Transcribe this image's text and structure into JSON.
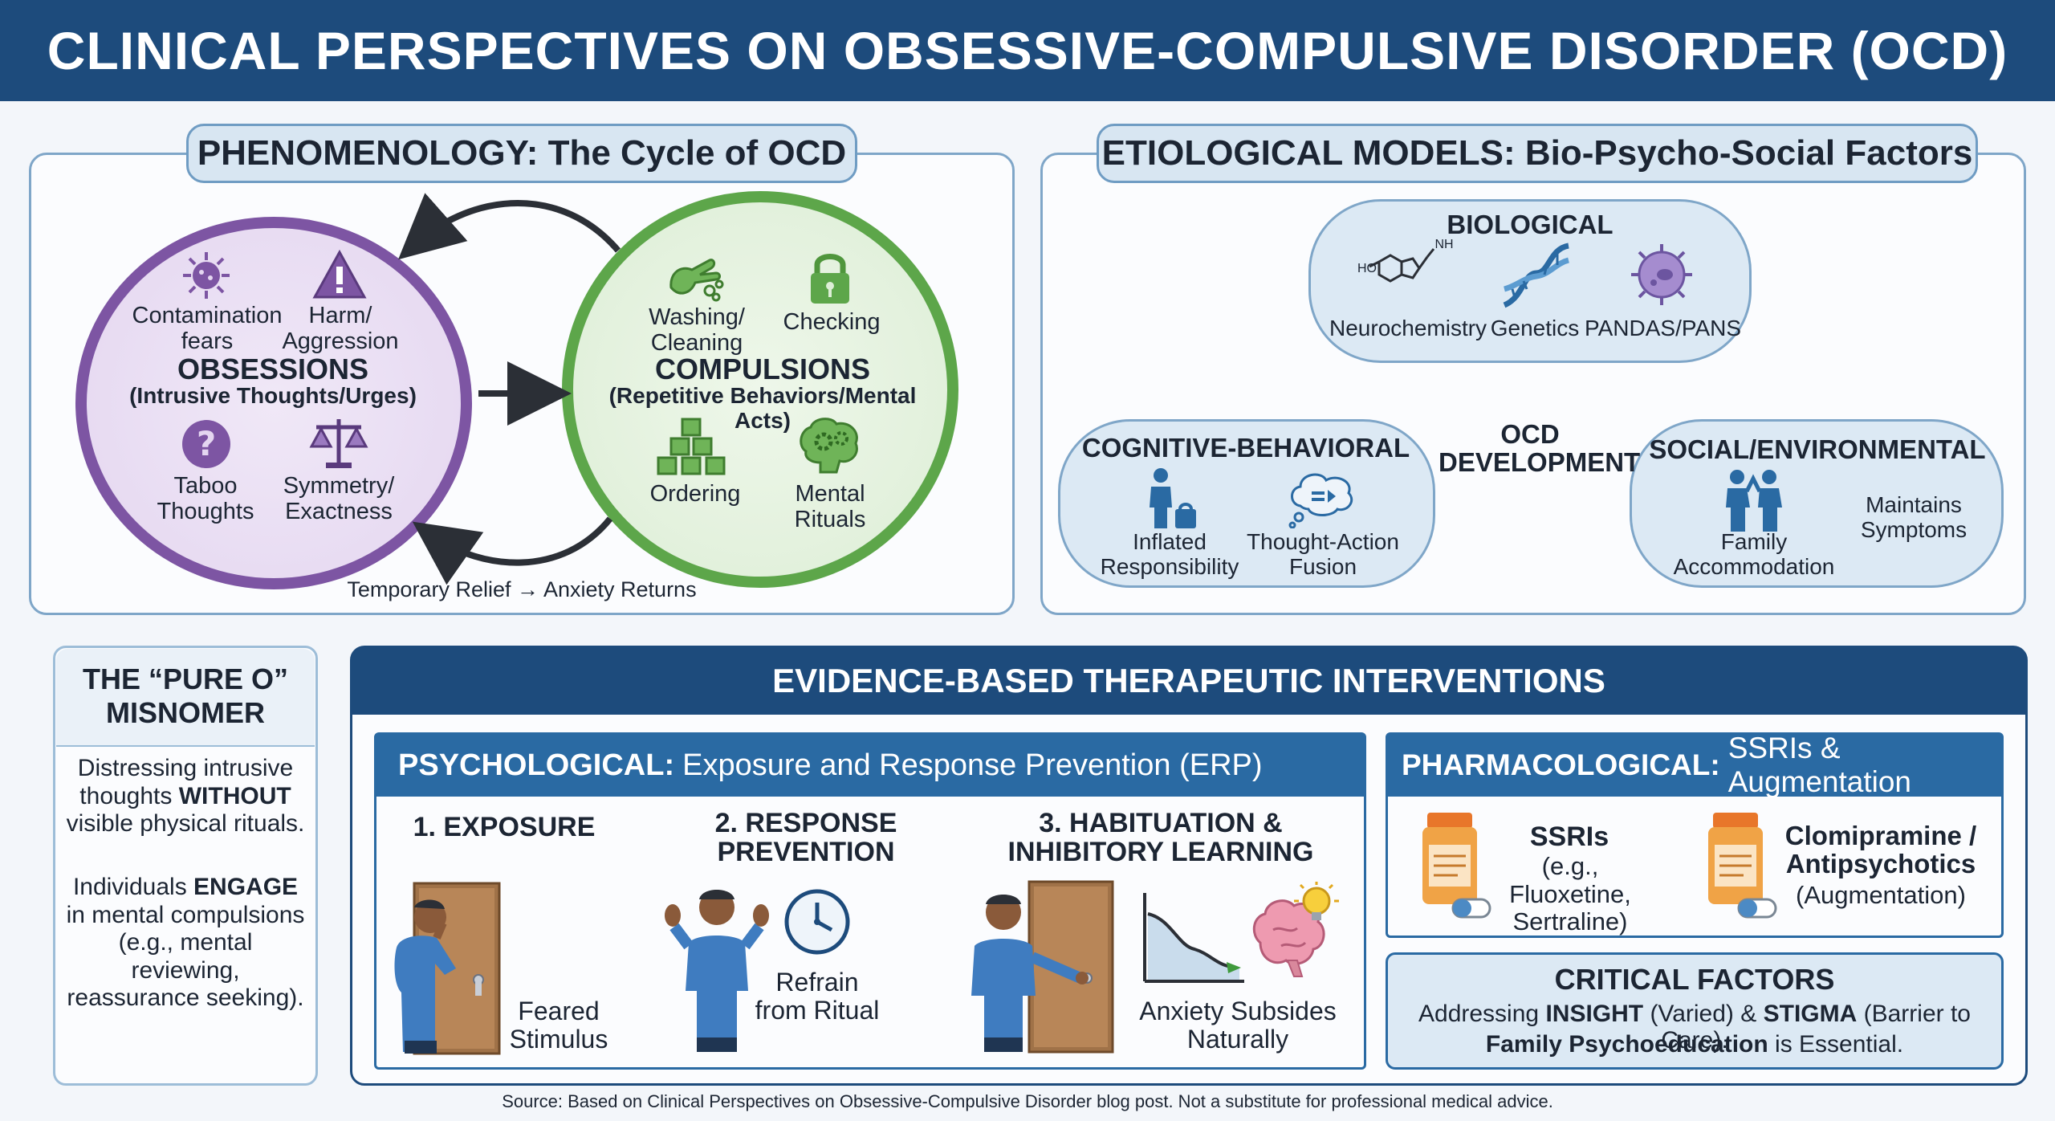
{
  "header": {
    "title": "CLINICAL PERSPECTIVES ON OBSESSIVE-COMPULSIVE DISORDER (OCD)"
  },
  "phenomenology": {
    "title": "PHENOMENOLOGY: The Cycle of OCD",
    "obsessions": {
      "title": "OBSESSIONS",
      "subtitle": "(Intrusive Thoughts/Urges)",
      "items": [
        "Contamination fears",
        "Harm/ Aggression",
        "Taboo Thoughts",
        "Symmetry/ Exactness"
      ]
    },
    "compulsions": {
      "title": "COMPULSIONS",
      "subtitle": "(Repetitive Behaviors/Mental Acts)",
      "items": [
        "Washing/ Cleaning",
        "Checking",
        "Ordering",
        "Mental Rituals"
      ]
    },
    "cycle_note": "Temporary Relief → Anxiety Returns"
  },
  "etiology": {
    "title": "ETIOLOGICAL MODELS: Bio-Psycho-Social Factors",
    "center": "OCD DEVELOPMENT",
    "biological": {
      "title": "BIOLOGICAL",
      "items": [
        "Neurochemistry",
        "Genetics",
        "PANDAS/PANS"
      ],
      "mol_ho": "HO",
      "mol_nh": "NH"
    },
    "cognitive": {
      "title": "COGNITIVE-BEHAVIORAL",
      "items": [
        "Inflated Responsibility",
        "Thought-Action Fusion"
      ]
    },
    "social": {
      "title": "SOCIAL/ENVIRONMENTAL",
      "items": [
        "Family Accommodation",
        "Maintains Symptoms"
      ]
    }
  },
  "pure_o": {
    "title_l1": "THE “PURE O”",
    "title_l2": "MISNOMER",
    "p1_a": "Distressing intrusive thoughts ",
    "p1_b": "WITHOUT",
    "p1_c": " visible physical rituals.",
    "p2_a": "Individuals ",
    "p2_b": "ENGAGE",
    "p2_c": " in mental compulsions (e.g., mental reviewing, reassurance seeking)."
  },
  "interventions": {
    "title": "EVIDENCE-BASED THERAPEUTIC INTERVENTIONS",
    "psychological": {
      "label": "PSYCHOLOGICAL:",
      "rest": "Exposure and Response Prevention (ERP)",
      "steps": [
        {
          "title": "1. EXPOSURE",
          "caption": "Feared Stimulus"
        },
        {
          "title": "2. RESPONSE PREVENTION",
          "caption": "Refrain from Ritual"
        },
        {
          "title": "3. HABITUATION & INHIBITORY LEARNING",
          "caption": "Anxiety Subsides Naturally"
        }
      ]
    },
    "pharmacological": {
      "label": "PHARMACOLOGICAL:",
      "rest": "SSRIs & Augmentation",
      "ssri_title": "SSRIs",
      "ssri_detail": "(e.g., Fluoxetine, Sertraline)",
      "clom_title": "Clomipramine / Antipsychotics",
      "clom_detail": "(Augmentation)"
    },
    "critical": {
      "title": "CRITICAL FACTORS",
      "l1_a": "Addressing ",
      "l1_b": "INSIGHT",
      "l1_c": " (Varied) & ",
      "l1_d": "STIGMA",
      "l1_e": " (Barrier to Care).",
      "l2_a": "Family Psychoeducation",
      "l2_b": " is Essential."
    }
  },
  "footer": {
    "source": "Source: Based on Clinical Perspectives on Obsessive-Compulsive Disorder blog post. Not a substitute for professional medical advice."
  },
  "colors": {
    "navy": "#1d4b7c",
    "purple": "#7d55a3",
    "green": "#5da64a",
    "blue": "#2a6aa3",
    "orange": "#e08a2c"
  }
}
